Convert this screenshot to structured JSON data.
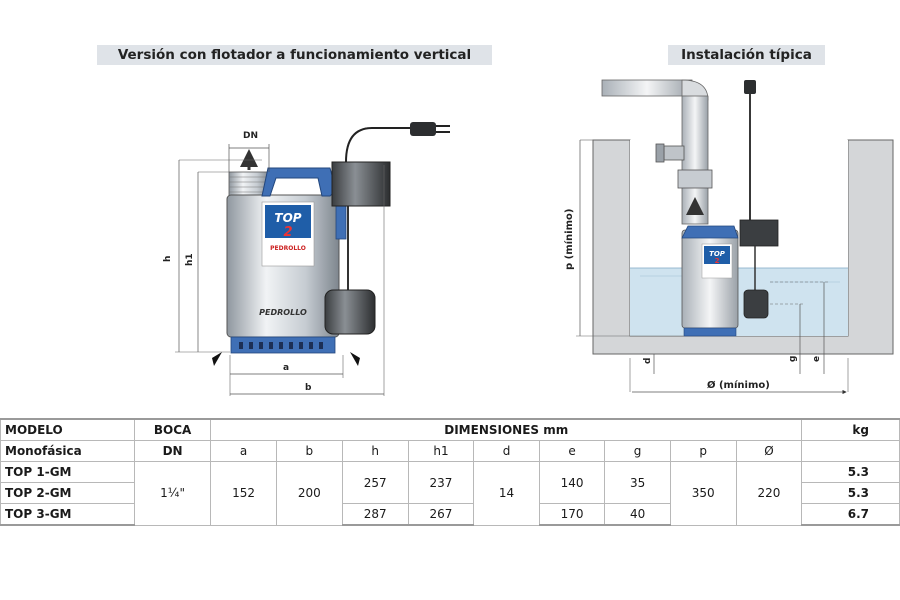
{
  "headings": {
    "left": "Versión con flotador a funcionamiento vertical",
    "right": "Instalación típica"
  },
  "drawing_left": {
    "labels": {
      "dn": "DN",
      "h": "h",
      "h1": "h1",
      "a": "a",
      "b": "b"
    },
    "badge": {
      "line1": "TOP",
      "line2": "2",
      "brand": "PEDROLLO"
    },
    "body_brand": "PEDROLLO"
  },
  "drawing_right": {
    "labels": {
      "p": "p (mínimo)",
      "d": "d",
      "g": "g",
      "e": "e",
      "diameter": "Ø (mínimo)"
    },
    "badge": {
      "line1": "TOP",
      "line2": "2"
    }
  },
  "table": {
    "header1": {
      "modelo": "MODELO",
      "boca": "BOCA",
      "dimensiones": "DIMENSIONES mm",
      "kg": "kg"
    },
    "header2": {
      "monofasica": "Monofásica",
      "dn": "DN",
      "cols": [
        "a",
        "b",
        "h",
        "h1",
        "d",
        "e",
        "g",
        "p",
        "Ø"
      ]
    },
    "models": [
      "TOP 1-GM",
      "TOP 2-GM",
      "TOP 3-GM"
    ],
    "boca": "1¼\"",
    "a": "152",
    "b": "200",
    "h": [
      "257",
      "287"
    ],
    "h1": [
      "237",
      "267"
    ],
    "d": "14",
    "e": [
      "140",
      "170"
    ],
    "g": [
      "35",
      "40"
    ],
    "p": "350",
    "diameter": "220",
    "kg": [
      "5.3",
      "5.3",
      "6.7"
    ]
  },
  "colors": {
    "banner": "#dfe3e8",
    "water": "#cfe3ef",
    "badge": "#1f5ea8",
    "handle": "#3f6fb5"
  }
}
